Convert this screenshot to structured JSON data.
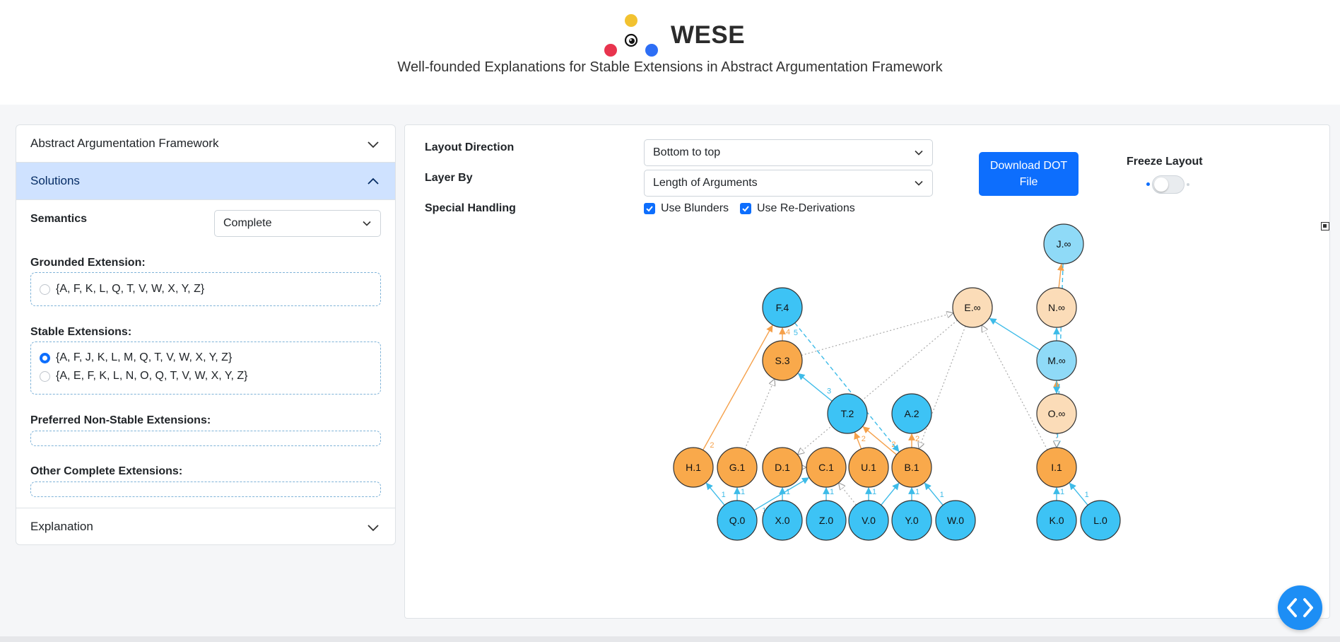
{
  "app": {
    "title": "WESE",
    "subtitle": "Well-founded Explanations for Stable Extensions in Abstract Argumentation Framework",
    "logo_colors": [
      "#f2c230",
      "#e8344e",
      "#2d6ef5"
    ]
  },
  "accordion": {
    "section_aaf": "Abstract Argumentation Framework",
    "section_solutions": "Solutions",
    "section_explanation": "Explanation"
  },
  "solutions": {
    "semantics_label": "Semantics",
    "semantics_value": "Complete",
    "grounded_label": "Grounded Extension:",
    "grounded": [
      "{A, F, K, L, Q, T, V, W, X, Y, Z}"
    ],
    "stable_label": "Stable Extensions:",
    "stable": [
      "{A, F, J, K, L, M, Q, T, V, W, X, Y, Z}",
      "{A, E, F, K, L, N, O, Q, T, V, W, X, Y, Z}"
    ],
    "stable_selected": 0,
    "preferred_label": "Preferred Non-Stable Extensions:",
    "other_label": "Other Complete Extensions:"
  },
  "controls": {
    "layout_direction_label": "Layout Direction",
    "layout_direction_value": "Bottom to top",
    "layer_by_label": "Layer By",
    "layer_by_value": "Length of Arguments",
    "special_handling_label": "Special Handling",
    "use_blunders_label": "Use Blunders",
    "use_blunders_checked": true,
    "use_rederivations_label": "Use Re-Derivations",
    "use_rederivations_checked": true,
    "download_label_line1": "Download DOT",
    "download_label_line2": "File",
    "freeze_layout_label": "Freeze Layout",
    "freeze_layout_on": false
  },
  "graph": {
    "colors": {
      "accepted": "#3dc3f5",
      "accepted_light": "#8fdaf7",
      "rejected": "#f9a94b",
      "rejected_light": "#fbdcb8",
      "edge_accepted": "#3dbbe8",
      "edge_rejected": "#f5a04a",
      "edge_dotted": "#aaaaaa"
    },
    "nodes": [
      {
        "id": "J",
        "label": "J.∞",
        "kind": "accepted_light"
      },
      {
        "id": "F",
        "label": "F.4",
        "kind": "accepted"
      },
      {
        "id": "E",
        "label": "E.∞",
        "kind": "rejected_light"
      },
      {
        "id": "N",
        "label": "N.∞",
        "kind": "rejected_light"
      },
      {
        "id": "S",
        "label": "S.3",
        "kind": "rejected"
      },
      {
        "id": "M",
        "label": "M.∞",
        "kind": "accepted_light"
      },
      {
        "id": "T",
        "label": "T.2",
        "kind": "accepted"
      },
      {
        "id": "A",
        "label": "A.2",
        "kind": "accepted"
      },
      {
        "id": "O",
        "label": "O.∞",
        "kind": "rejected_light"
      },
      {
        "id": "H",
        "label": "H.1",
        "kind": "rejected"
      },
      {
        "id": "G",
        "label": "G.1",
        "kind": "rejected"
      },
      {
        "id": "D",
        "label": "D.1",
        "kind": "rejected"
      },
      {
        "id": "C",
        "label": "C.1",
        "kind": "rejected"
      },
      {
        "id": "U",
        "label": "U.1",
        "kind": "rejected"
      },
      {
        "id": "B",
        "label": "B.1",
        "kind": "rejected"
      },
      {
        "id": "I",
        "label": "I.1",
        "kind": "rejected"
      },
      {
        "id": "Q",
        "label": "Q.0",
        "kind": "accepted"
      },
      {
        "id": "X",
        "label": "X.0",
        "kind": "accepted"
      },
      {
        "id": "Z",
        "label": "Z.0",
        "kind": "accepted"
      },
      {
        "id": "V",
        "label": "V.0",
        "kind": "accepted"
      },
      {
        "id": "Y",
        "label": "Y.0",
        "kind": "accepted"
      },
      {
        "id": "W",
        "label": "W.0",
        "kind": "accepted"
      },
      {
        "id": "K",
        "label": "K.0",
        "kind": "accepted"
      },
      {
        "id": "L",
        "label": "L.0",
        "kind": "accepted"
      }
    ],
    "edges": [
      {
        "from": "Q",
        "to": "H",
        "style": "accepted",
        "label": "1"
      },
      {
        "from": "Q",
        "to": "G",
        "style": "accepted",
        "label": "1"
      },
      {
        "from": "Q",
        "to": "C",
        "style": "accepted",
        "label": "1"
      },
      {
        "from": "X",
        "to": "D",
        "style": "accepted",
        "label": "1"
      },
      {
        "from": "Z",
        "to": "C",
        "style": "accepted",
        "label": "1"
      },
      {
        "from": "V",
        "to": "U",
        "style": "accepted",
        "label": "1"
      },
      {
        "from": "V",
        "to": "B",
        "style": "accepted",
        "label": ""
      },
      {
        "from": "Y",
        "to": "B",
        "style": "accepted",
        "label": "1"
      },
      {
        "from": "W",
        "to": "B",
        "style": "accepted",
        "label": "1"
      },
      {
        "from": "K",
        "to": "I",
        "style": "accepted",
        "label": "1"
      },
      {
        "from": "L",
        "to": "I",
        "style": "accepted",
        "label": "1"
      },
      {
        "from": "H",
        "to": "F",
        "style": "rejected",
        "label": "2"
      },
      {
        "from": "U",
        "to": "T",
        "style": "rejected",
        "label": "2"
      },
      {
        "from": "B",
        "to": "T",
        "style": "rejected",
        "label": "2"
      },
      {
        "from": "B",
        "to": "A",
        "style": "rejected",
        "label": "2"
      },
      {
        "from": "T",
        "to": "S",
        "style": "accepted",
        "label": "3"
      },
      {
        "from": "S",
        "to": "F",
        "style": "rejected",
        "label": "4"
      },
      {
        "from": "F",
        "to": "B",
        "style": "accepted_dashed",
        "label": "5"
      },
      {
        "from": "M",
        "to": "E",
        "style": "accepted",
        "label": ""
      },
      {
        "from": "M",
        "to": "N",
        "style": "accepted",
        "label": ""
      },
      {
        "from": "O",
        "to": "M",
        "style": "rejected",
        "label": ""
      },
      {
        "from": "M",
        "to": "O",
        "style": "accepted",
        "label": ""
      },
      {
        "from": "N",
        "to": "J",
        "style": "rejected",
        "label": ""
      },
      {
        "from": "J",
        "to": "I",
        "style": "accepted_dashed",
        "label": ""
      },
      {
        "from": "G",
        "to": "S",
        "style": "dotted",
        "label": ""
      },
      {
        "from": "S",
        "to": "E",
        "style": "dotted",
        "label": ""
      },
      {
        "from": "E",
        "to": "D",
        "style": "dotted",
        "label": ""
      },
      {
        "from": "E",
        "to": "B",
        "style": "dotted",
        "label": ""
      },
      {
        "from": "I",
        "to": "E",
        "style": "dotted",
        "label": ""
      },
      {
        "from": "O",
        "to": "I",
        "style": "dotted",
        "label": ""
      },
      {
        "from": "D",
        "to": "C",
        "style": "dotted",
        "label": ""
      },
      {
        "from": "V",
        "to": "C",
        "style": "dotted",
        "label": ""
      }
    ]
  }
}
